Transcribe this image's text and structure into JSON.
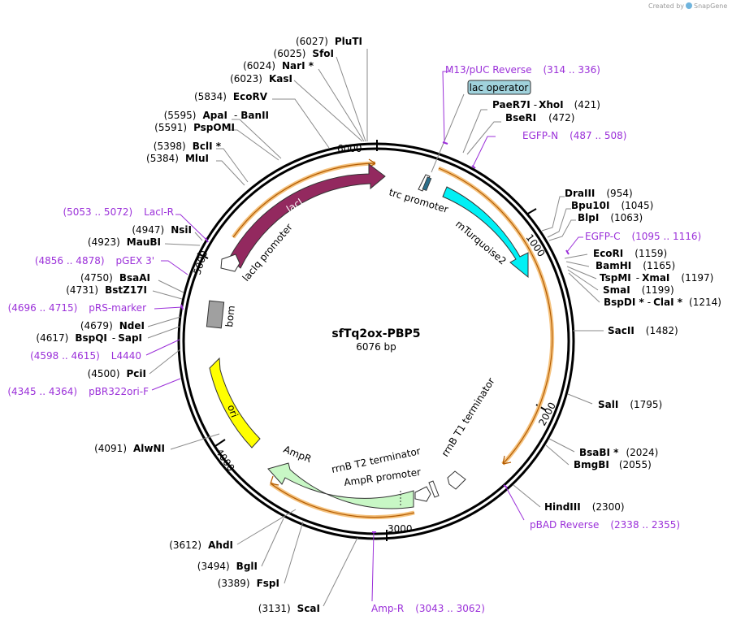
{
  "credit": {
    "text": "Created by",
    "brand": "SnapGene"
  },
  "plasmid": {
    "name": "sfTq2ox-PBP5",
    "size": "6076 bp"
  },
  "ticks": {
    "t1000": "1000",
    "t2000": "2000",
    "t3000": "3000",
    "t4000": "4000",
    "t5000": "5000",
    "t6000": "6000"
  },
  "features": {
    "lacI": "lacI",
    "lacIq_promoter": "lacIq promoter",
    "trc_promoter": "trc promoter",
    "mTurquoise2": "mTurquoise2",
    "lac_operator": "lac operator",
    "bom": "bom",
    "ori": "ori",
    "AmpR": "AmpR",
    "AmpR_promoter": "AmpR promoter",
    "rrnB_T2": "rrnB T2 terminator",
    "rrnB_T1": "rrnB T1 terminator",
    "rrnB_T1_short": "rrnB"
  },
  "sites": {
    "PluTI": {
      "pos": "(6027)",
      "name": "PluTI"
    },
    "SfoI": {
      "pos": "(6025)",
      "name": "SfoI"
    },
    "NarI": {
      "pos": "(6024)",
      "name": "NarI *"
    },
    "KasI": {
      "pos": "(6023)",
      "name": "KasI"
    },
    "EcoRV": {
      "pos": "(5834)",
      "name": "EcoRV"
    },
    "ApaI": {
      "pos": "(5595)",
      "name": "ApaI",
      "sep": "-",
      "name2": "BanII"
    },
    "PspOMI": {
      "pos": "(5591)",
      "name": "PspOMI"
    },
    "BclI": {
      "pos": "(5398)",
      "name": "BclI *"
    },
    "MluI": {
      "pos": "(5384)",
      "name": "MluI"
    },
    "NsiI": {
      "pos": "(4947)",
      "name": "NsiI"
    },
    "MauBI": {
      "pos": "(4923)",
      "name": "MauBI"
    },
    "BsaAI": {
      "pos": "(4750)",
      "name": "BsaAI"
    },
    "BstZ17I": {
      "pos": "(4731)",
      "name": "BstZ17I"
    },
    "NdeI": {
      "pos": "(4679)",
      "name": "NdeI"
    },
    "BspQI": {
      "pos": "(4617)",
      "name": "BspQI",
      "sep": "-",
      "name2": "SapI"
    },
    "PciI": {
      "pos": "(4500)",
      "name": "PciI"
    },
    "AlwNI": {
      "pos": "(4091)",
      "name": "AlwNI"
    },
    "AhdI": {
      "pos": "(3612)",
      "name": "AhdI"
    },
    "BglI": {
      "pos": "(3494)",
      "name": "BglI"
    },
    "FspI": {
      "pos": "(3389)",
      "name": "FspI"
    },
    "ScaI": {
      "pos": "(3131)",
      "name": "ScaI"
    },
    "PaeR7I": {
      "name": "PaeR7I",
      "sep": "-",
      "name2": "XhoI",
      "pos": "(421)"
    },
    "BseRI": {
      "name": "BseRI",
      "pos": "(472)"
    },
    "DraIII": {
      "name": "DraIII",
      "pos": "(954)"
    },
    "Bpu10I": {
      "name": "Bpu10I",
      "pos": "(1045)"
    },
    "BlpI": {
      "name": "BlpI",
      "pos": "(1063)"
    },
    "EcoRI": {
      "name": "EcoRI",
      "pos": "(1159)"
    },
    "BamHI": {
      "name": "BamHI",
      "pos": "(1165)"
    },
    "TspMI": {
      "name": "TspMI",
      "sep": "-",
      "name2": "XmaI",
      "pos": "(1197)"
    },
    "SmaI": {
      "name": "SmaI",
      "pos": "(1199)"
    },
    "BspDI": {
      "name": "BspDI *",
      "sep": "-",
      "name2": "ClaI *",
      "pos": "(1214)"
    },
    "SacII": {
      "name": "SacII",
      "pos": "(1482)"
    },
    "SalI": {
      "name": "SalI",
      "pos": "(1795)"
    },
    "BsaBI": {
      "name": "BsaBI *",
      "pos": "(2024)"
    },
    "BmgBI": {
      "name": "BmgBI",
      "pos": "(2055)"
    },
    "HindIII": {
      "name": "HindIII",
      "pos": "(2300)"
    }
  },
  "primers": {
    "M13": {
      "name": "M13/pUC Reverse",
      "range": "(314 .. 336)"
    },
    "EGFPN": {
      "name": "EGFP-N",
      "range": "(487 .. 508)"
    },
    "EGFPC": {
      "name": "EGFP-C",
      "range": "(1095 .. 1116)"
    },
    "pBAD": {
      "name": "pBAD Reverse",
      "range": "(2338 .. 2355)"
    },
    "AmpR": {
      "name": "Amp-R",
      "range": "(3043 .. 3062)"
    },
    "LacIR": {
      "range": "(5053 .. 5072)",
      "name": "LacI-R"
    },
    "pGEX": {
      "range": "(4856 .. 4878)",
      "name": "pGEX 3'"
    },
    "pRS": {
      "range": "(4696 .. 4715)",
      "name": "pRS-marker"
    },
    "L4440": {
      "range": "(4598 .. 4615)",
      "name": "L4440"
    },
    "pBR": {
      "range": "(4345 .. 4364)",
      "name": "pBR322ori-F"
    }
  },
  "colors": {
    "lacI": "#93295f",
    "mTurquoise2": "#00f0f5",
    "ori": "#ffff00",
    "AmpR": "#c8f7c5",
    "bom": "#a0a0a0",
    "lac_operator": "#a0d2dc",
    "orf_halo": "#f5c27d",
    "primer": "#9b30d9"
  }
}
